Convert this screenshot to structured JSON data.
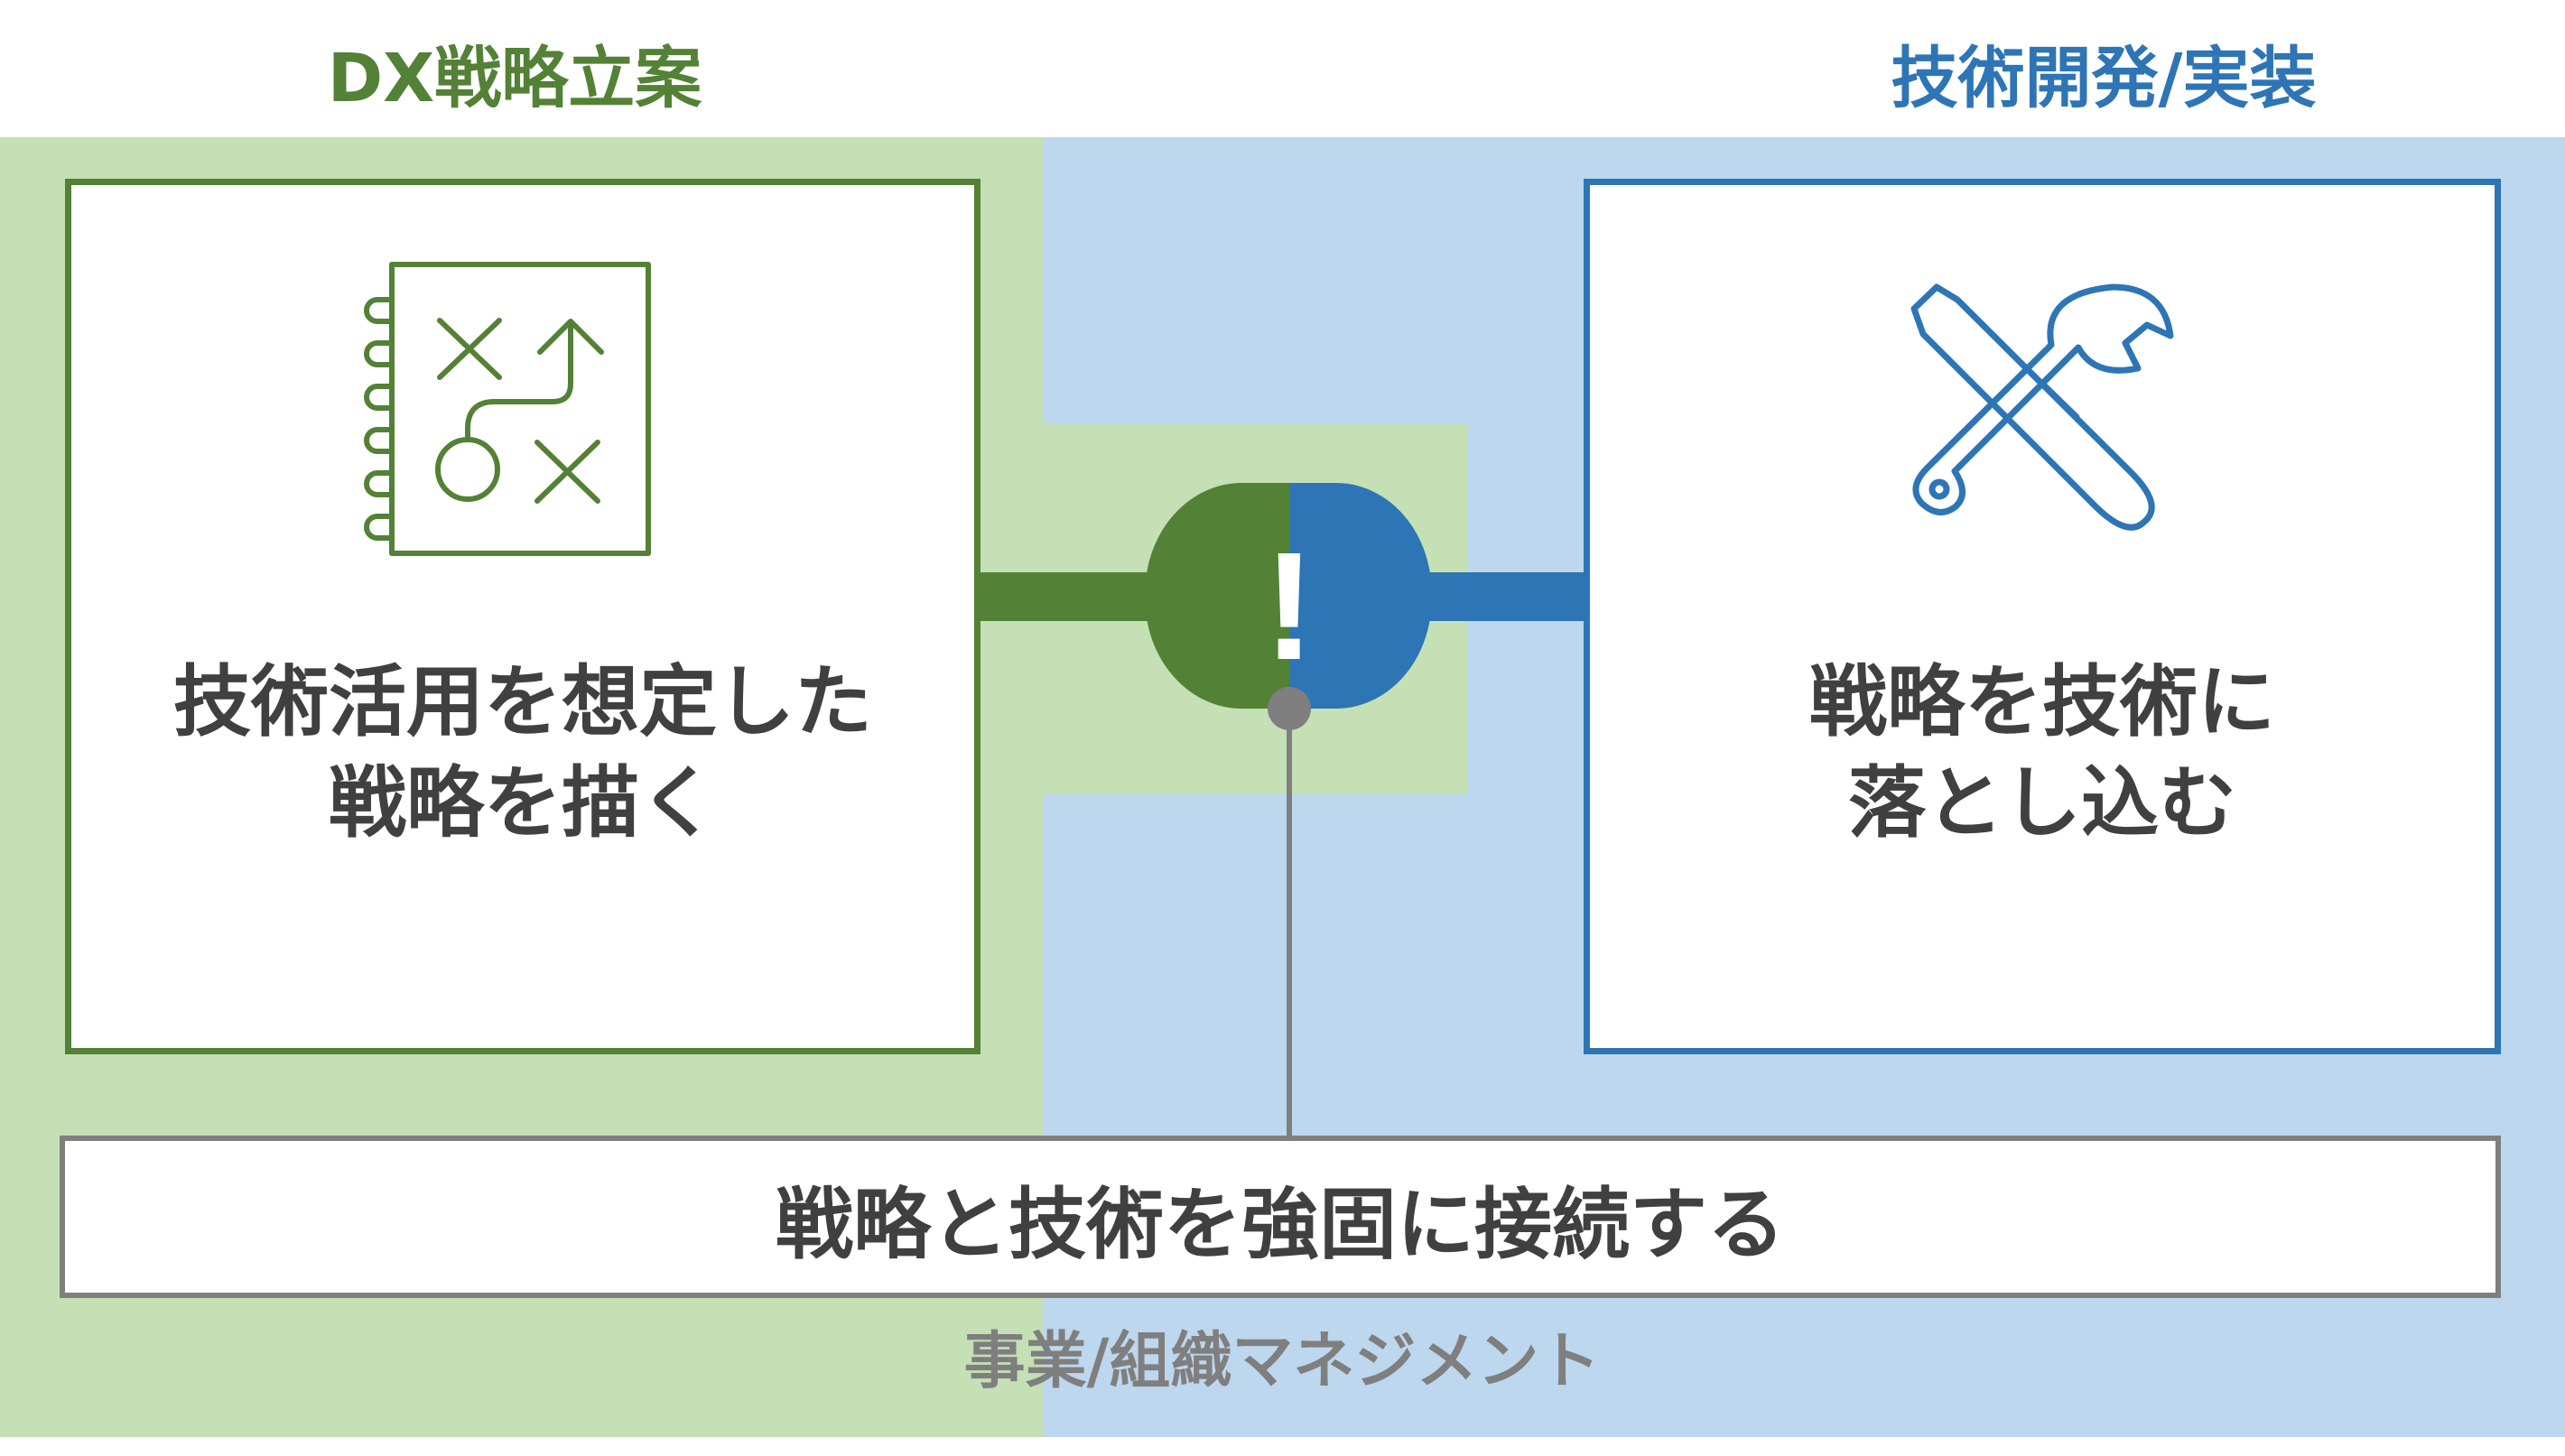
{
  "headings": {
    "left": "DX戦略立案",
    "right": "技術開発/実装"
  },
  "boxes": {
    "left": {
      "text": "技術活用を想定した\n戦略を描く",
      "icon": "strategy-playbook-icon"
    },
    "right": {
      "text": "戦略を技術に\n落とし込む",
      "icon": "tools-icon"
    }
  },
  "connector": {
    "mark": "!",
    "icon": "exclamation-capsule-icon"
  },
  "bottom_bar": {
    "text": "戦略と技術を強固に接続する"
  },
  "footer": {
    "text": "事業/組織マネジメント"
  },
  "colors": {
    "green": "#538135",
    "light_green": "#c5e0b4",
    "blue": "#2e75b6",
    "light_blue": "#bdd7ee",
    "gray": "#7f7f7f",
    "text": "#404040"
  }
}
